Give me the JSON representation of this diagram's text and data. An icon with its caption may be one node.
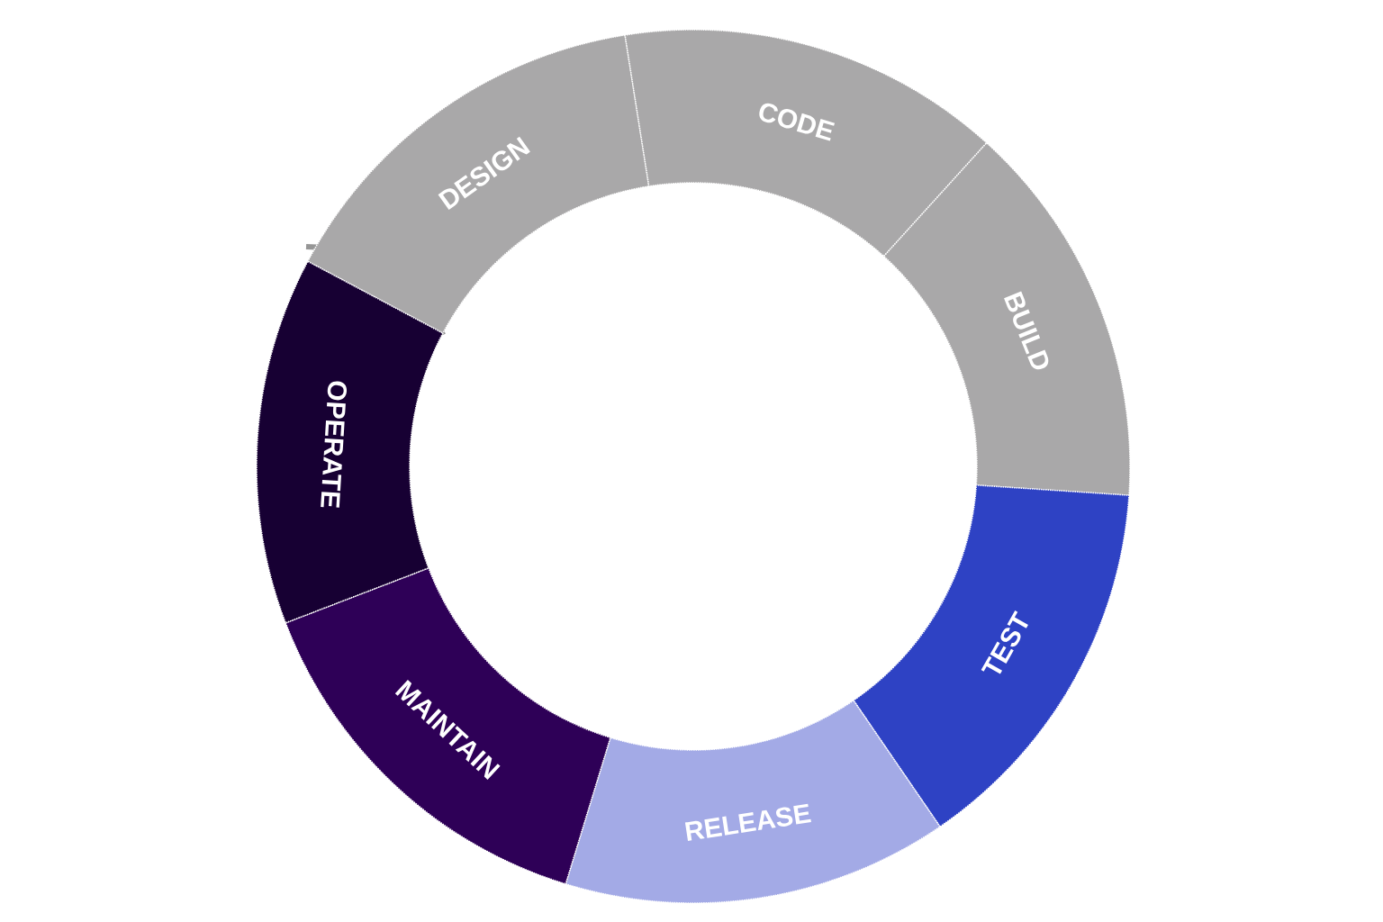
{
  "diagram": {
    "nodes": [
      {
        "text": [
          "DESIGN"
        ]
      },
      {
        "text": [
          "CODE"
        ]
      },
      {
        "text": [
          "BUILD"
        ]
      },
      {
        "text": [
          "TEST"
        ]
      },
      {
        "text": [
          "RELEASE"
        ]
      },
      {
        "text": [
          "MAINTAIN"
        ]
      },
      {
        "text": [
          "OPERATE"
        ]
      }
    ]
  }
}
